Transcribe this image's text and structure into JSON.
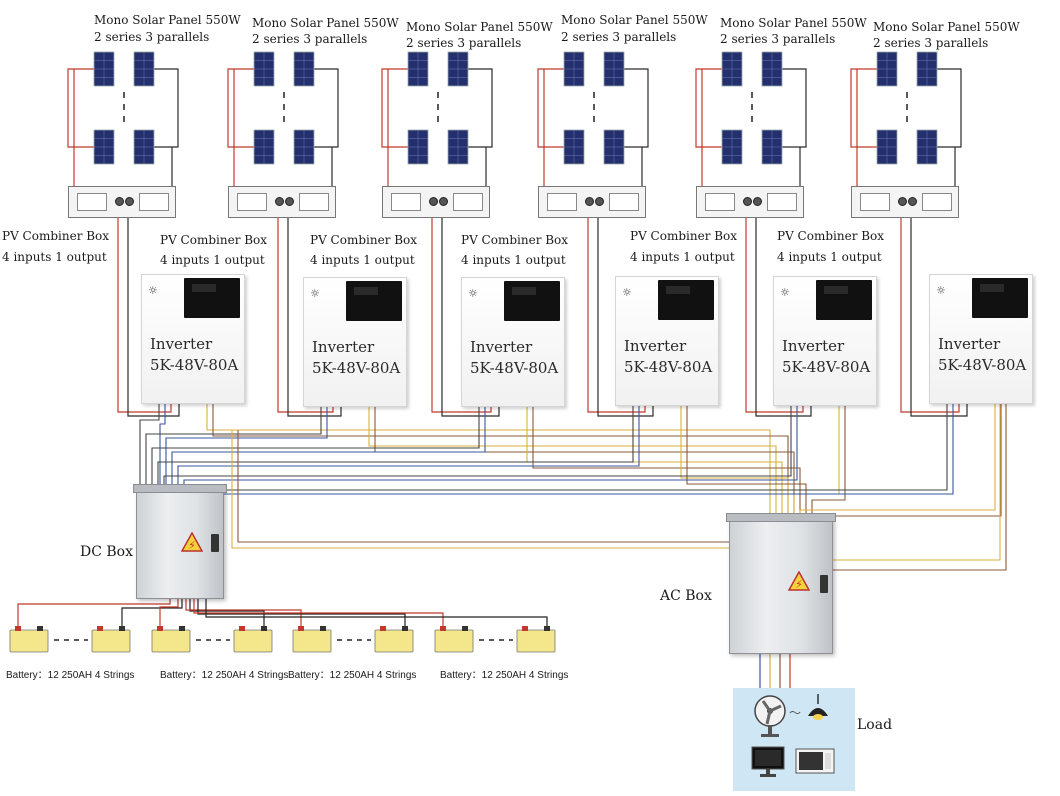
{
  "solar_arrays": [
    {
      "title": "Mono Solar Panel 550W",
      "config": "2 series 3 parallels"
    },
    {
      "title": "Mono Solar Panel 550W",
      "config": "2 series 3 parallels"
    },
    {
      "title": "Mono Solar Panel 550W",
      "config": "2 series 3 parallels"
    },
    {
      "title": "Mono Solar Panel 550W",
      "config": "2 series 3 parallels"
    },
    {
      "title": "Mono Solar Panel 550W",
      "config": "2 series 3 parallels"
    },
    {
      "title": "Mono Solar Panel 550W",
      "config": "2 series 3 parallels"
    }
  ],
  "combiners": [
    {
      "title": "PV  Combiner  Box",
      "spec": "4 inputs 1 output"
    },
    {
      "title": "PV  Combiner  Box",
      "spec": "4 inputs 1 output"
    },
    {
      "title": "PV  Combiner  Box",
      "spec": "4 inputs 1 output"
    },
    {
      "title": "PV  Combiner  Box",
      "spec": "4 inputs 1 output"
    },
    {
      "title": "PV  Combiner  Box",
      "spec": "4 inputs 1 output"
    },
    {
      "title": "PV  Combiner  Box",
      "spec": "4 inputs 1 output"
    }
  ],
  "inverters": [
    {
      "name": "Inverter",
      "model": "5K-48V-80A"
    },
    {
      "name": "Inverter",
      "model": "5K-48V-80A"
    },
    {
      "name": "Inverter",
      "model": "5K-48V-80A"
    },
    {
      "name": "Inverter",
      "model": "5K-48V-80A"
    },
    {
      "name": "Inverter",
      "model": "5K-48V-80A"
    },
    {
      "name": "Inverter",
      "model": "5K-48V-80A"
    }
  ],
  "dc_box": {
    "label": "DC Box"
  },
  "ac_box": {
    "label": "AC Box"
  },
  "load": {
    "label": "Load"
  },
  "batteries": [
    {
      "label": "Battery：12 250AH 4 Strings"
    },
    {
      "label": "Battery：12 250AH 4 Strings"
    },
    {
      "label": "Battery：12 250AH 4 Strings"
    },
    {
      "label": "Battery：12 250AH 4 Strings"
    }
  ],
  "colors": {
    "wire_red": "#c0392b",
    "wire_dark": "#2b2b2b",
    "wire_blue": "#3a55a0",
    "wire_yellow": "#d8b23a",
    "panel_blue": "#24306e",
    "battery_fill": "#f4e68a"
  },
  "icons": [
    "warning-icon",
    "fan-icon",
    "lamp-icon",
    "monitor-icon",
    "microwave-icon"
  ]
}
